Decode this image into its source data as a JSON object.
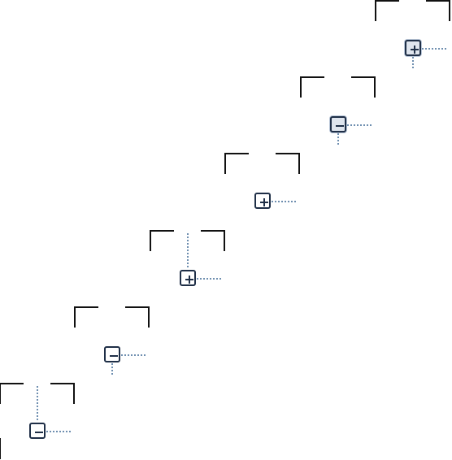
{
  "tree": {
    "nodes": [
      {
        "state": "collapsed",
        "selected": true,
        "icon": "plus-icon",
        "trunk_above": false
      },
      {
        "state": "expanded",
        "selected": true,
        "icon": "minus-icon",
        "trunk_above": false
      },
      {
        "state": "collapsed",
        "selected": false,
        "icon": "plus-icon",
        "trunk_above": false
      },
      {
        "state": "collapsed",
        "selected": false,
        "icon": "plus-icon",
        "trunk_above": true
      },
      {
        "state": "expanded",
        "selected": false,
        "icon": "minus-icon",
        "trunk_above": false
      },
      {
        "state": "expanded",
        "selected": false,
        "icon": "minus-icon",
        "trunk_above": true
      }
    ],
    "colors": {
      "frame": "#111111",
      "connector": "#6f8fb0",
      "toggle_border": "#1f2f47",
      "toggle_selected_fill": "#dfe5ee"
    }
  }
}
